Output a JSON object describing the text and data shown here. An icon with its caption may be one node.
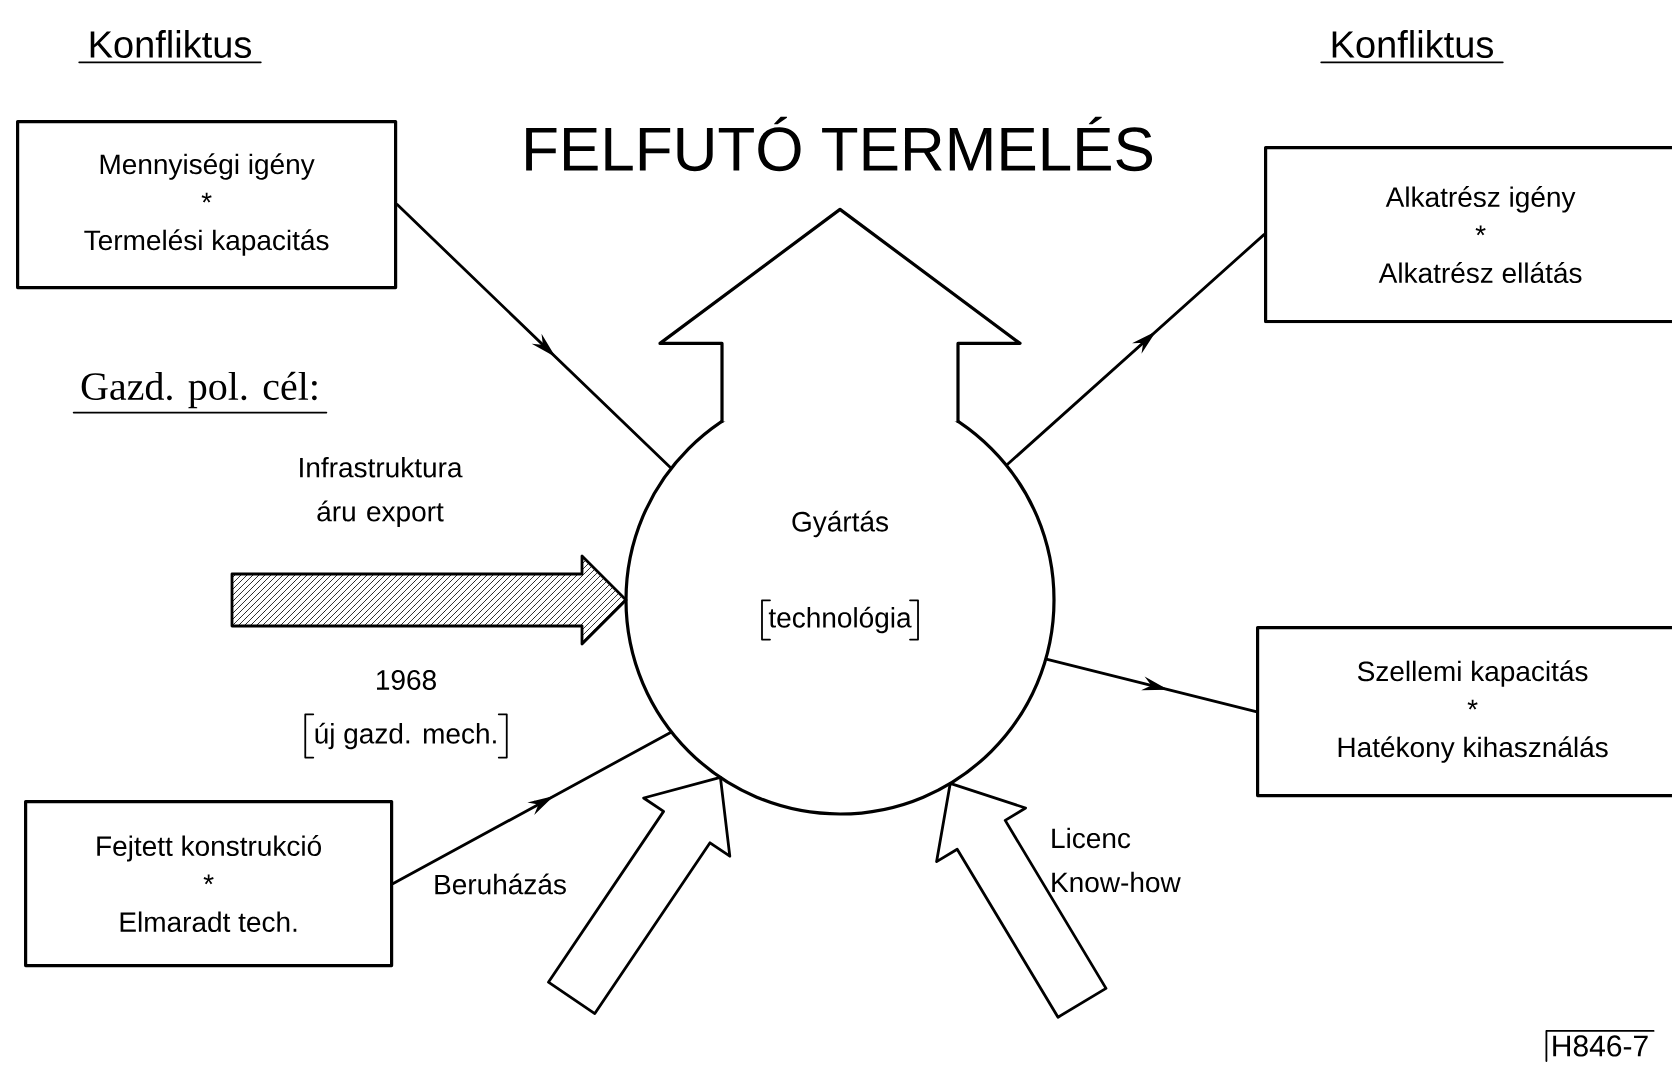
{
  "diagram": {
    "title": "FELFUTÓ TERMELÉS",
    "nodes": [
      {
        "text": [
          "Konfliktus",
          "Mennyiségi igény",
          "*",
          "Termelési kapacitás"
        ]
      },
      {
        "text": [
          "Konfliktus",
          "Alkatrész igény",
          "*",
          "Alkatrész ellátás"
        ]
      },
      {
        "text": [
          "Gyártás",
          "technológia"
        ]
      },
      {
        "text": [
          "Szellemi kapacitás",
          "*",
          "Hatékony kihasználás"
        ]
      },
      {
        "text": [
          "Fejtett konstrukció",
          "*",
          "Elmaradt tech."
        ]
      }
    ],
    "edges": [
      {
        "from": 0,
        "to": 2,
        "arrow": "to"
      },
      {
        "from": 2,
        "to": 1,
        "arrow": "to"
      },
      {
        "from": 2,
        "to": 3,
        "arrow": "to"
      },
      {
        "from": 4,
        "to": 2,
        "arrow": "to",
        "label": "Beruházás"
      },
      {
        "from": null,
        "to": 2,
        "arrow": "to",
        "style": "thick",
        "label": "Infrastruktura áru export"
      },
      {
        "from": null,
        "to": 2,
        "arrow": "to",
        "style": "thick"
      },
      {
        "from": null,
        "to": 2,
        "arrow": "to",
        "style": "thick",
        "label": "Licenc Know-how"
      }
    ],
    "labels": [
      "Gazd. pol. cél:",
      "1968",
      "új gazd. mech.",
      "H846-7"
    ]
  }
}
